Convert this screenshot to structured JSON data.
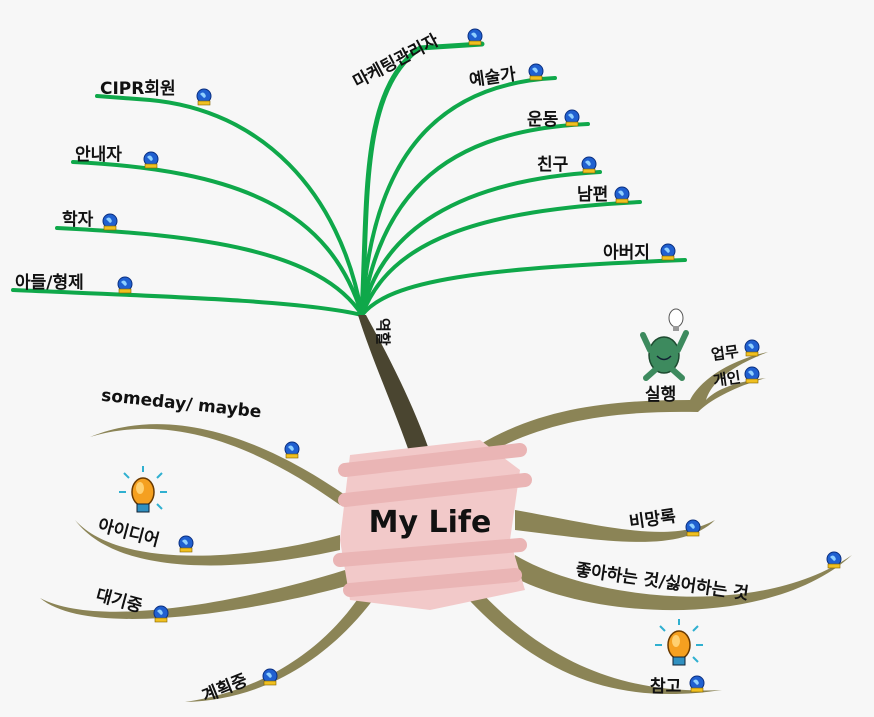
{
  "center": {
    "label": "My Life"
  },
  "colors": {
    "green_branch": "#0fa84a",
    "brown_branch": "#8b8456",
    "trunk": "#4a4530",
    "center_fill": "#f2c9c9",
    "background": "#f7f7f7"
  },
  "role_branch": {
    "label": "역할",
    "children": [
      "마케팅관리자",
      "CIPR회원",
      "안내자",
      "학자",
      "아들/형제",
      "예술가",
      "운동",
      "친구",
      "남편",
      "아버지"
    ]
  },
  "execution": {
    "label": "실행",
    "children": [
      "업무",
      "개인"
    ]
  },
  "branches": [
    "someday/ maybe",
    "아이디어",
    "대기중",
    "계획중",
    "비망록",
    "좋아하는 것/싫어하는 것",
    "참고"
  ],
  "icons": [
    "globe-link-icon",
    "lightbulb-icon",
    "character-icon"
  ]
}
